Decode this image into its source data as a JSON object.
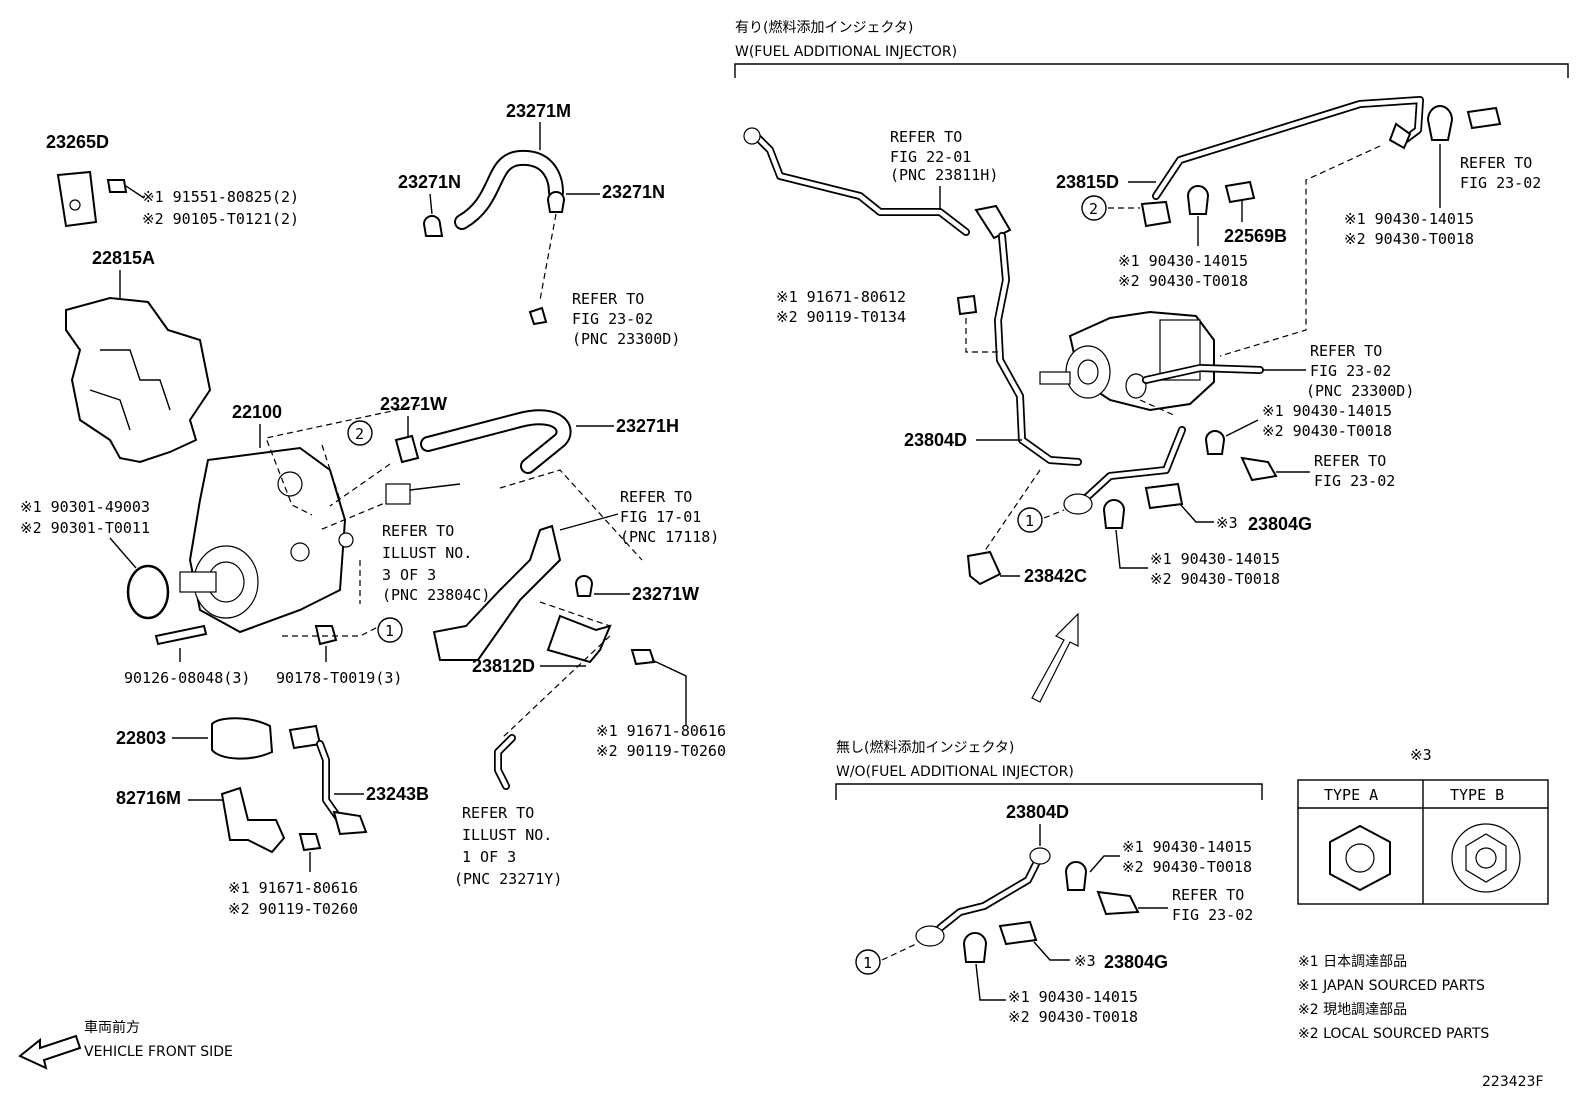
{
  "header_with": {
    "jp": "有り(燃料添加インジェクタ)",
    "en": "W(FUEL ADDITIONAL INJECTOR)"
  },
  "header_without": {
    "jp": "無し(燃料添加インジェクタ)",
    "en": "W/O(FUEL ADDITIONAL INJECTOR)"
  },
  "left": {
    "p23265D": "23265D",
    "p22815A": "22815A",
    "p22100": "22100",
    "p23271M": "23271M",
    "p23271N_a": "23271N",
    "p23271N_b": "23271N",
    "p23271W_a": "23271W",
    "p23271W_b": "23271W",
    "p23271H": "23271H",
    "p23812D": "23812D",
    "p22803": "22803",
    "p82716M": "82716M",
    "p23243B": "23243B",
    "bolt_23265D_1": "※1 91551-80825(2)",
    "bolt_23265D_2": "※2 90105-T0121(2)",
    "oring_1": "※1 90301-49003",
    "oring_2": "※2 90301-T0011",
    "stud": "90126-08048(3)",
    "nut": "90178-T0019(3)",
    "bolt_mid_1": "※1 91671-80616",
    "bolt_mid_2": "※2 90119-T0260",
    "bolt_low_1": "※1 91671-80616",
    "bolt_low_2": "※2 90119-T0260",
    "ref_2302_a": "REFER TO",
    "ref_2302_b": "FIG 23-02",
    "ref_2302_c": "(PNC 23300D)",
    "ref_ill3_a": "REFER TO",
    "ref_ill3_b": "ILLUST NO.",
    "ref_ill3_c": "3 OF 3",
    "ref_ill3_d": "(PNC 23804C)",
    "ref_1701_a": "REFER TO",
    "ref_1701_b": "FIG 17-01",
    "ref_1701_c": "(PNC 17118)",
    "ref_ill1_a": "REFER TO",
    "ref_ill1_b": "ILLUST NO.",
    "ref_ill1_c": "1 OF 3",
    "ref_ill1_d": "(PNC 23271Y)",
    "circle2": "2",
    "circle1": "1"
  },
  "right": {
    "ref_2201_a": "REFER TO",
    "ref_2201_b": "FIG 22-01",
    "ref_2201_c": "(PNC 23811H)",
    "p23815D": "23815D",
    "p22569B": "22569B",
    "p23804D": "23804D",
    "p23842C": "23842C",
    "p23804G": "23804G",
    "star3": "※3",
    "gasket_tr_1": "※1 90430-14015",
    "gasket_tr_2": "※2 90430-T0018",
    "ref_tr_a": "REFER TO",
    "ref_tr_b": "FIG 23-02",
    "gasket_mid_1": "※1 90430-14015",
    "gasket_mid_2": "※2 90430-T0018",
    "bolt_r_1": "※1 91671-80612",
    "bolt_r_2": "※2 90119-T0134",
    "ref_r2_a": "REFER TO",
    "ref_r2_b": "FIG 23-02",
    "ref_r2_c": "(PNC 23300D)",
    "gasket_r3_1": "※1 90430-14015",
    "gasket_r3_2": "※2 90430-T0018",
    "ref_r3_a": "REFER TO",
    "ref_r3_b": "FIG 23-02",
    "gasket_r4_1": "※1 90430-14015",
    "gasket_r4_2": "※2 90430-T0018",
    "circle2": "2",
    "circle1": "1"
  },
  "bottom": {
    "p23804D": "23804D",
    "gasket_1": "※1 90430-14015",
    "gasket_2": "※2 90430-T0018",
    "ref_a": "REFER TO",
    "ref_b": "FIG 23-02",
    "star3": "※3",
    "p23804G": "23804G",
    "gasket_b_1": "※1 90430-14015",
    "gasket_b_2": "※2 90430-T0018",
    "circle1": "1"
  },
  "type_table": {
    "note": "※3",
    "type_a": "TYPE A",
    "type_b": "TYPE B"
  },
  "legend": {
    "l1": "※1 日本調達部品",
    "l2": "※1 JAPAN SOURCED PARTS",
    "l3": "※2 現地調達部品",
    "l4": "※2 LOCAL SOURCED PARTS"
  },
  "front": {
    "jp": "車両前方",
    "en": "VEHICLE FRONT SIDE"
  },
  "figure_id": "223423F"
}
